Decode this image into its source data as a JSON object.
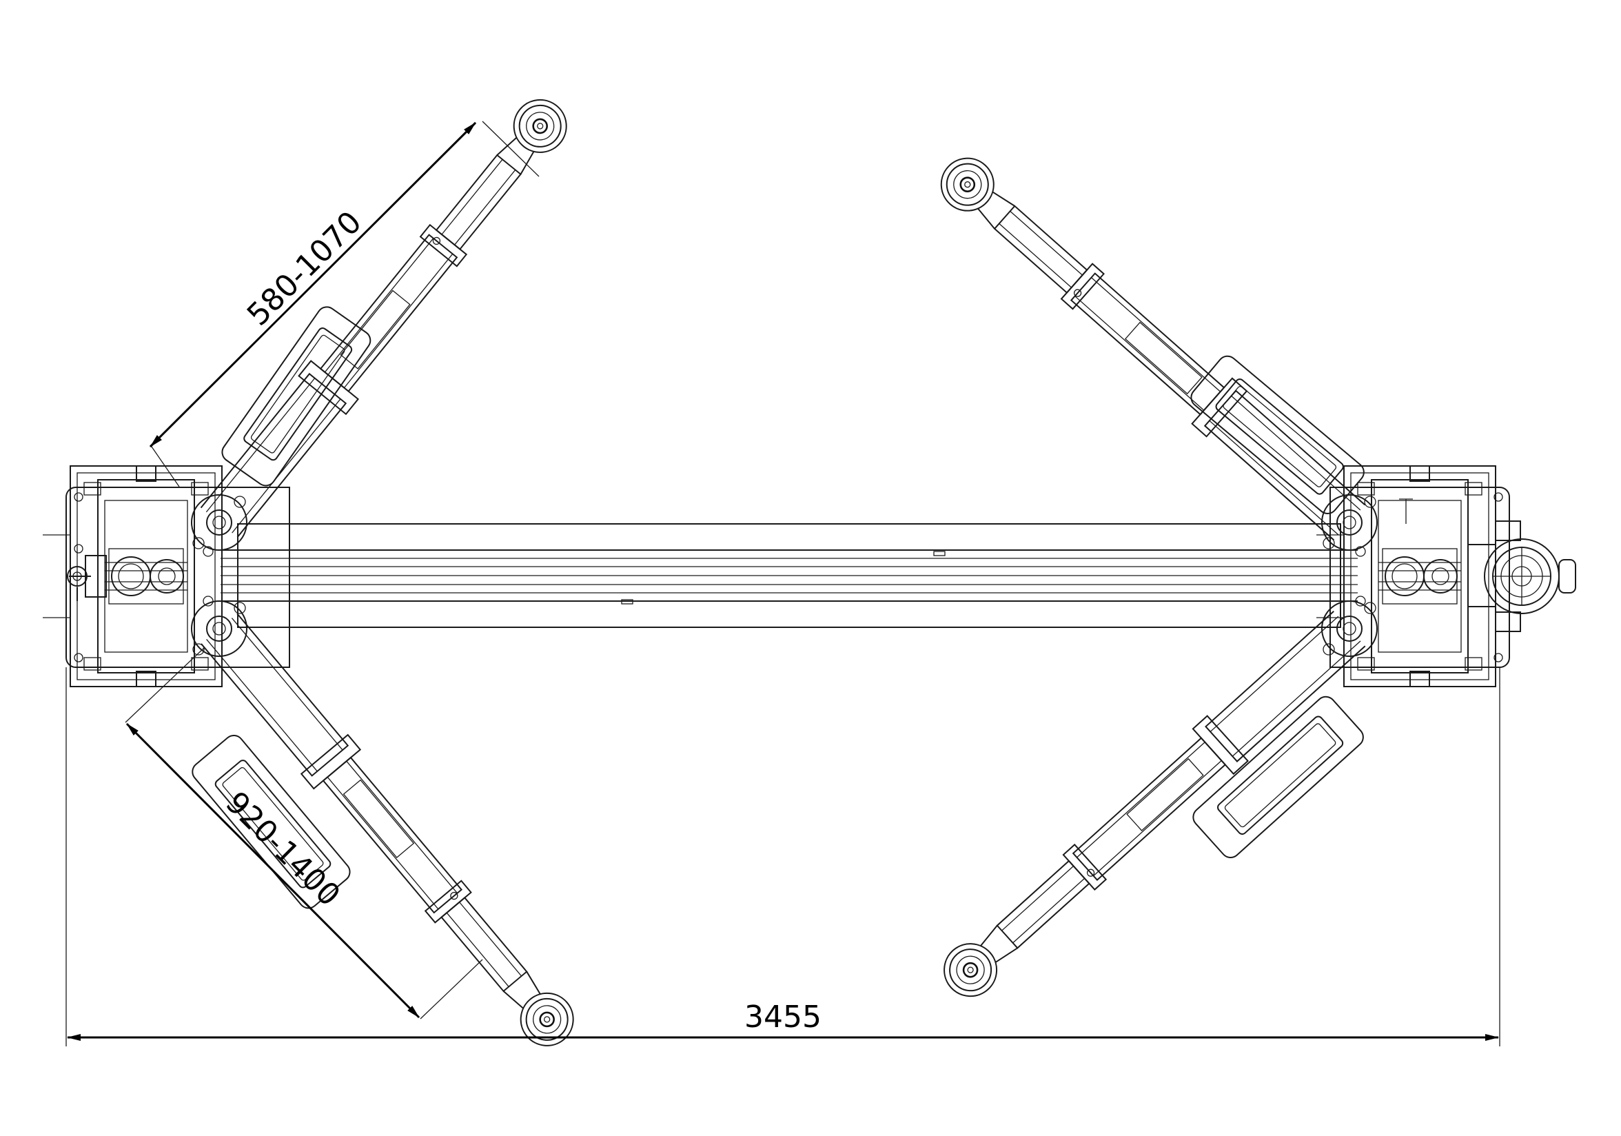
{
  "dimensions": {
    "upper_arm_reach": "580-1070",
    "lower_arm_reach": "920-1400",
    "overall_width": "3455"
  },
  "colors": {
    "line": "#1a1a1a",
    "background": "#ffffff"
  }
}
